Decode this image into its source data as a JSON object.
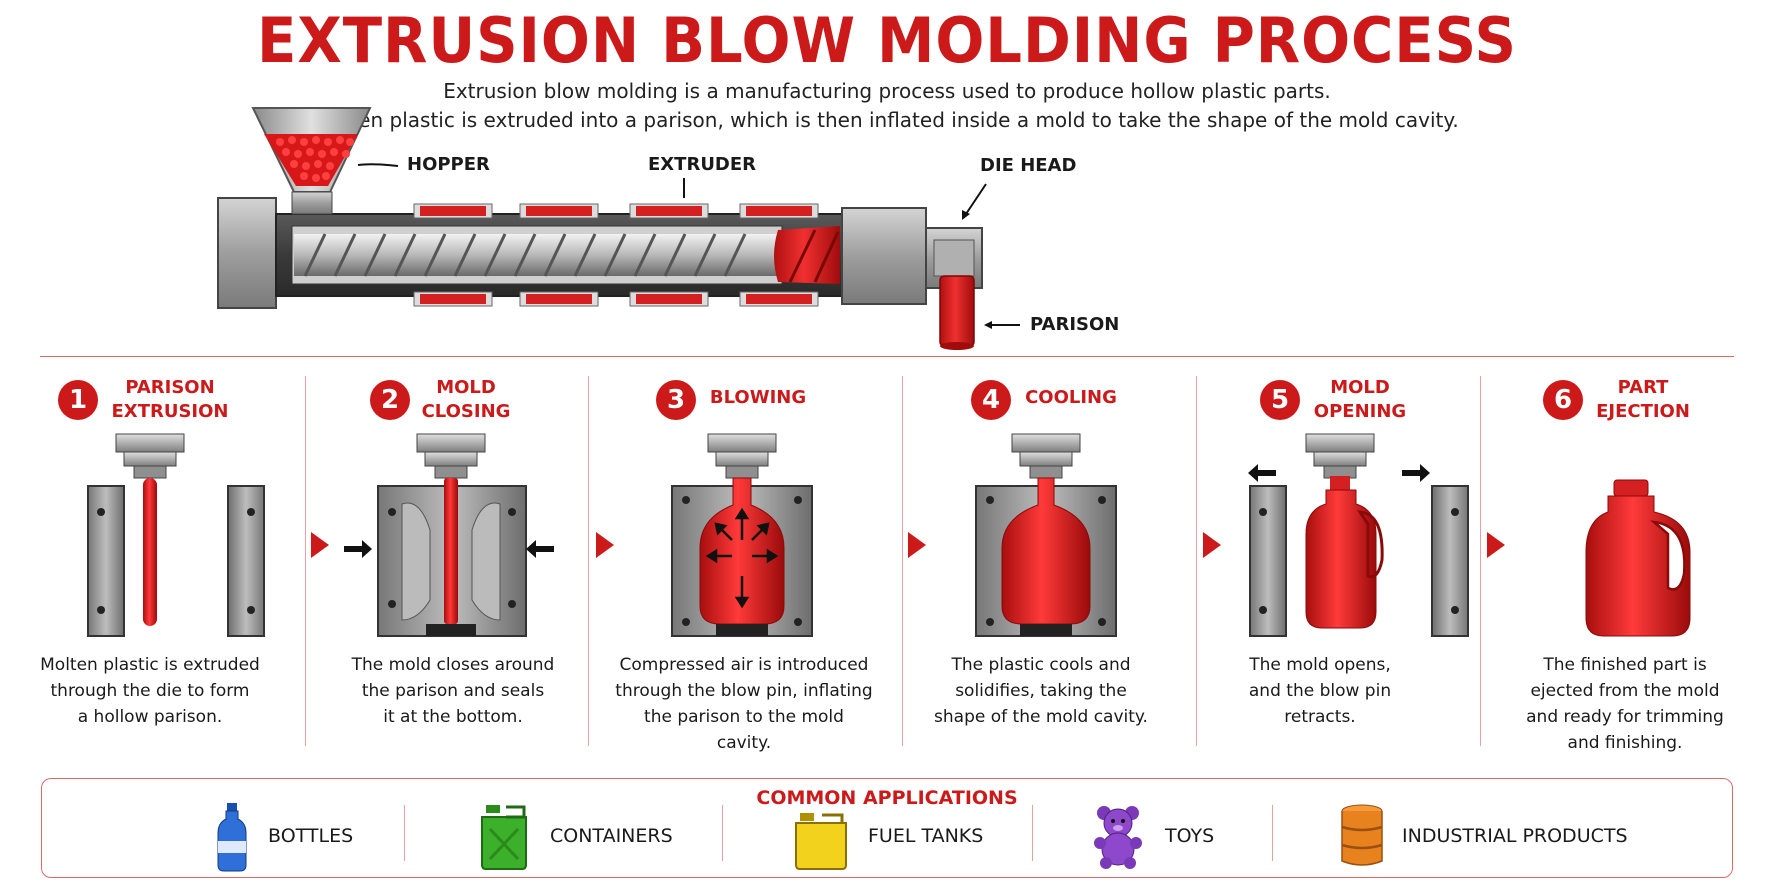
{
  "title": "EXTRUSION BLOW MOLDING PROCESS",
  "intro": {
    "line1": "Extrusion blow molding is a manufacturing process used to produce hollow plastic parts.",
    "line2": "Molten plastic is extruded into a parison, which is then inflated inside a mold to take the shape of the mold cavity."
  },
  "machine": {
    "hopper_label": "HOPPER",
    "extruder_label": "EXTRUDER",
    "die_head_label": "DIE HEAD",
    "parison_label": "PARISON"
  },
  "steps": [
    {
      "number": "1",
      "label": "PARISON EXTRUSION",
      "label_lines": [
        "PARISON",
        "EXTRUSION"
      ],
      "desc_lines": [
        "Molten plastic is extruded",
        "through the die to form",
        "a hollow parison."
      ]
    },
    {
      "number": "2",
      "label": "MOLD CLOSING",
      "label_lines": [
        "MOLD",
        "CLOSING"
      ],
      "desc_lines": [
        "The mold closes around",
        "the parison and seals",
        "it at the bottom."
      ]
    },
    {
      "number": "3",
      "label": "BLOWING",
      "label_lines": [
        "BLOWING"
      ],
      "desc_lines": [
        "Compressed air is introduced",
        "through the blow pin, inflating",
        "the parison to the mold",
        "cavity."
      ]
    },
    {
      "number": "4",
      "label": "COOLING",
      "label_lines": [
        "COOLING"
      ],
      "desc_lines": [
        "The plastic cools and",
        "solidifies, taking the",
        "shape of the mold cavity."
      ]
    },
    {
      "number": "5",
      "label": "MOLD OPENING",
      "label_lines": [
        "MOLD",
        "OPENING"
      ],
      "desc_lines": [
        "The mold opens,",
        "and the blow pin",
        "retracts."
      ]
    },
    {
      "number": "6",
      "label": "PART EJECTION",
      "label_lines": [
        "PART",
        "EJECTION"
      ],
      "desc_lines": [
        "The finished part is",
        "ejected from the mold",
        "and ready for trimming",
        "and finishing."
      ]
    }
  ],
  "applications": {
    "title": "COMMON APPLICATIONS",
    "items": [
      {
        "label": "BOTTLES",
        "icon": "bottle-icon"
      },
      {
        "label": "CONTAINERS",
        "icon": "jerrycan-icon"
      },
      {
        "label": "FUEL TANKS",
        "icon": "fuel-tank-icon"
      },
      {
        "label": "TOYS",
        "icon": "teddy-bear-icon"
      },
      {
        "label": "INDUSTRIAL PRODUCTS",
        "icon": "drum-icon"
      }
    ]
  },
  "colors": {
    "accent": "#cc1a1a",
    "plastic": "#e01e1e",
    "steel": "#9a9a9a",
    "divider": "#e06a6a"
  }
}
